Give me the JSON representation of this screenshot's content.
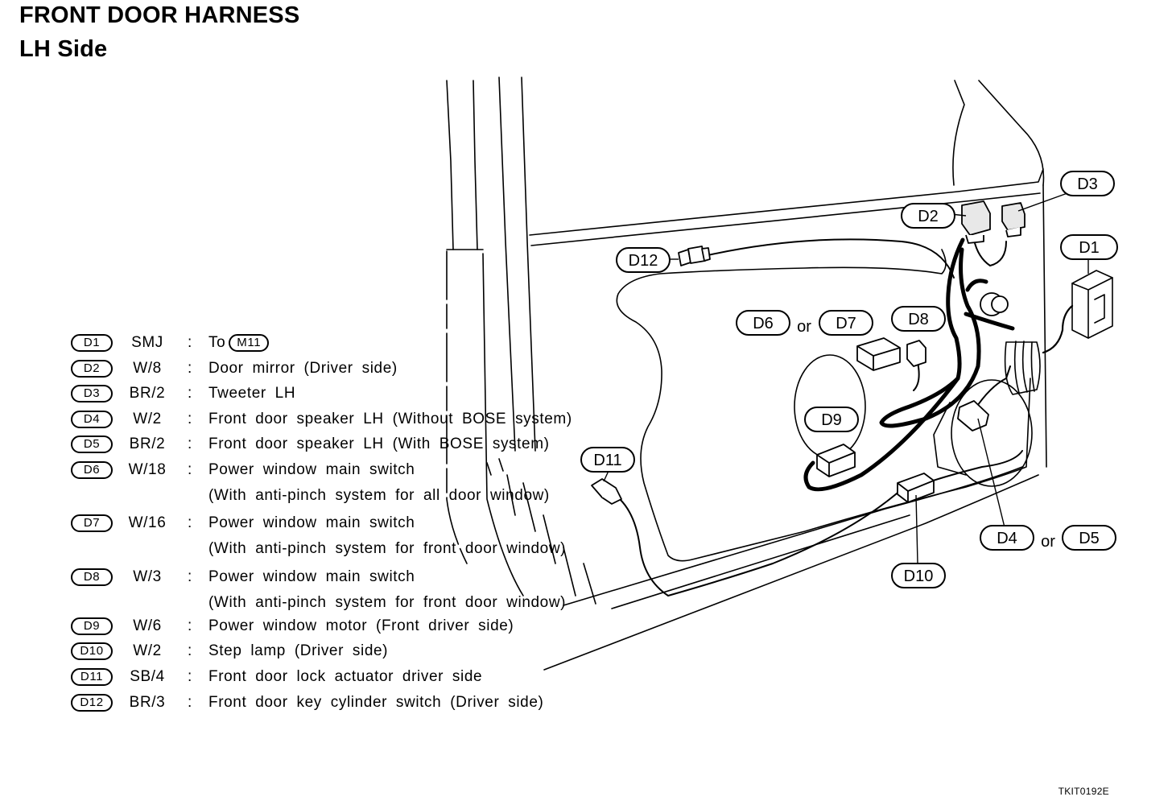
{
  "title": "FRONT DOOR HARNESS",
  "subtitle": "LH Side",
  "figure_code": "TKIT0192E",
  "legend": [
    {
      "id": "D1",
      "wire": "SMJ",
      "desc": "To",
      "ref": "M11"
    },
    {
      "id": "D2",
      "wire": "W/8",
      "desc": "Door mirror (Driver side)"
    },
    {
      "id": "D3",
      "wire": "BR/2",
      "desc": "Tweeter LH"
    },
    {
      "id": "D4",
      "wire": "W/2",
      "desc": "Front door speaker LH (Without BOSE system)"
    },
    {
      "id": "D5",
      "wire": "BR/2",
      "desc": "Front door speaker LH (With BOSE system)"
    },
    {
      "id": "D6",
      "wire": "W/18",
      "desc": "Power window main switch",
      "desc2": "(With anti-pinch system for all door window)"
    },
    {
      "id": "D7",
      "wire": "W/16",
      "desc": "Power window main switch",
      "desc2": "(With anti-pinch system for front door window)"
    },
    {
      "id": "D8",
      "wire": "W/3",
      "desc": "Power window main switch",
      "desc2": "(With anti-pinch system for front door window)"
    },
    {
      "id": "D9",
      "wire": "W/6",
      "desc": "Power window motor (Front driver side)"
    },
    {
      "id": "D10",
      "wire": "W/2",
      "desc": "Step lamp (Driver side)"
    },
    {
      "id": "D11",
      "wire": "SB/4",
      "desc": "Front door lock actuator driver side"
    },
    {
      "id": "D12",
      "wire": "BR/3",
      "desc": "Front door key cylinder switch (Driver side)"
    }
  ],
  "callouts": {
    "d1": "D1",
    "d2": "D2",
    "d3": "D3",
    "d4": "D4",
    "d5": "D5",
    "d6": "D6",
    "d7": "D7",
    "d8": "D8",
    "d9": "D9",
    "d10": "D10",
    "d11": "D11",
    "d12": "D12",
    "or1": "or",
    "or2": "or"
  }
}
